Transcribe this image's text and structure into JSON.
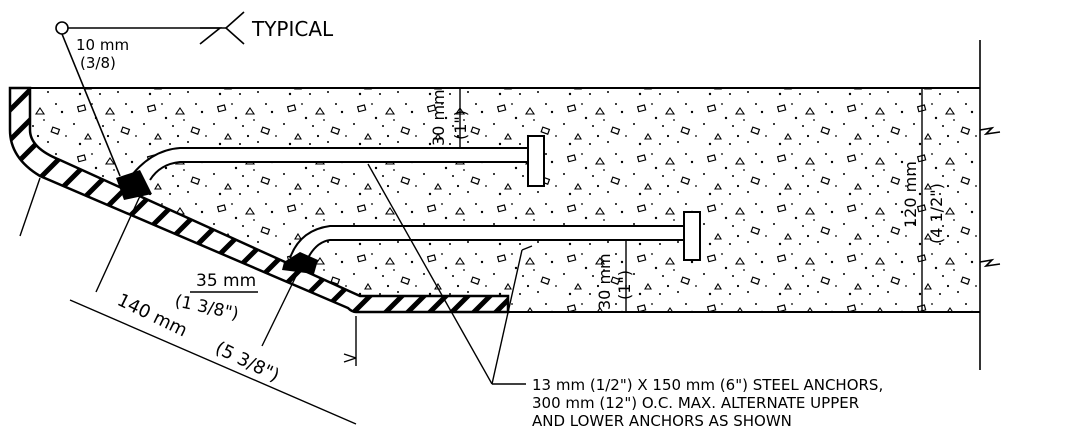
{
  "weld_note": {
    "typical": "TYPICAL",
    "size_metric": "10 mm",
    "size_imperial": "(3/8)"
  },
  "dimensions": {
    "top_cover_metric": "30 mm",
    "top_cover_imperial": "(1\")",
    "bottom_cover_metric": "30 mm",
    "bottom_cover_imperial": "(1\")",
    "thickness_metric": "120 mm",
    "thickness_imperial": "(4 1/2\")",
    "anchor_spacing_metric": "35 mm",
    "anchor_spacing_imperial": "(1 3/8\")",
    "nosing_metric": "140 mm",
    "nosing_imperial": "(5 3/8\")"
  },
  "anchor_note": {
    "line1": "13 mm (1/2\") X 150 mm (6\") STEEL ANCHORS,",
    "line2": "300 mm (12\") O.C. MAX. ALTERNATE UPPER",
    "line3": "AND LOWER ANCHORS AS SHOWN"
  }
}
